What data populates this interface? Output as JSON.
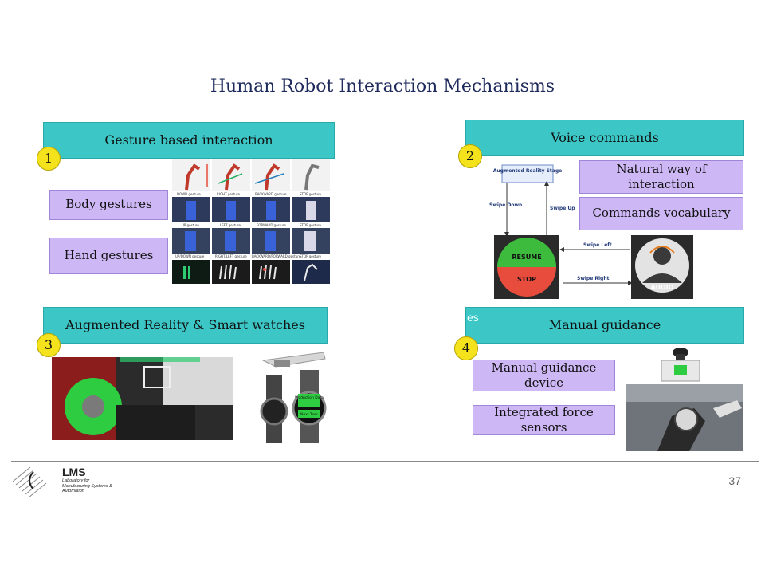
{
  "slide": {
    "title": "Human Robot Interaction Mechanisms",
    "page_number": "37"
  },
  "q1": {
    "header": "Gesture based interaction",
    "badge": "1",
    "labels": [
      "Body gestures",
      "Hand gestures"
    ],
    "gesture_caption_row1": [
      "DOWN gesture",
      "RIGHT gesture",
      "BACKWARD gesture",
      "STOP gesture"
    ],
    "gesture_caption_row2": [
      "UP gesture",
      "LEFT gesture",
      "FORWARD gesture",
      "STOP gesture"
    ],
    "gesture_caption_row3": [
      "UP/DOWN gesture",
      "RIGHT/LEFT gesture",
      "BACKWARD/FORWARD gesture",
      "STOP gesture"
    ]
  },
  "q2": {
    "header": "Voice commands",
    "badge": "2",
    "labels": [
      "Natural way of interaction",
      "Commands vocabulary"
    ],
    "diagram": {
      "ar_stage": "Augmented Reality Stage",
      "swipe_down": "Swipe Down",
      "swipe_up": "Swipe Up",
      "swipe_left": "Swipe Left",
      "swipe_right": "Swipe Right",
      "resume": "RESUME",
      "stop": "STOP",
      "audio": "AUDIO"
    }
  },
  "q3": {
    "header": "Augmented Reality & Smart watches",
    "badge": "3",
    "watch_buttons": [
      "Production Data",
      "Next Task"
    ]
  },
  "q4": {
    "header": "Manual guidance",
    "badge": "4",
    "overlap_text": "es",
    "labels": [
      "Manual guidance device",
      "Integrated force sensors"
    ]
  },
  "footer": {
    "logo_text": "LMS",
    "logo_subtitle": "Laboratory for Manufacturing Systems & Automation"
  },
  "colors": {
    "header_bar": "#3cc6c6",
    "label_box": "#cdb7f5",
    "badge": "#f4e21c",
    "title": "#1f2a5c"
  }
}
